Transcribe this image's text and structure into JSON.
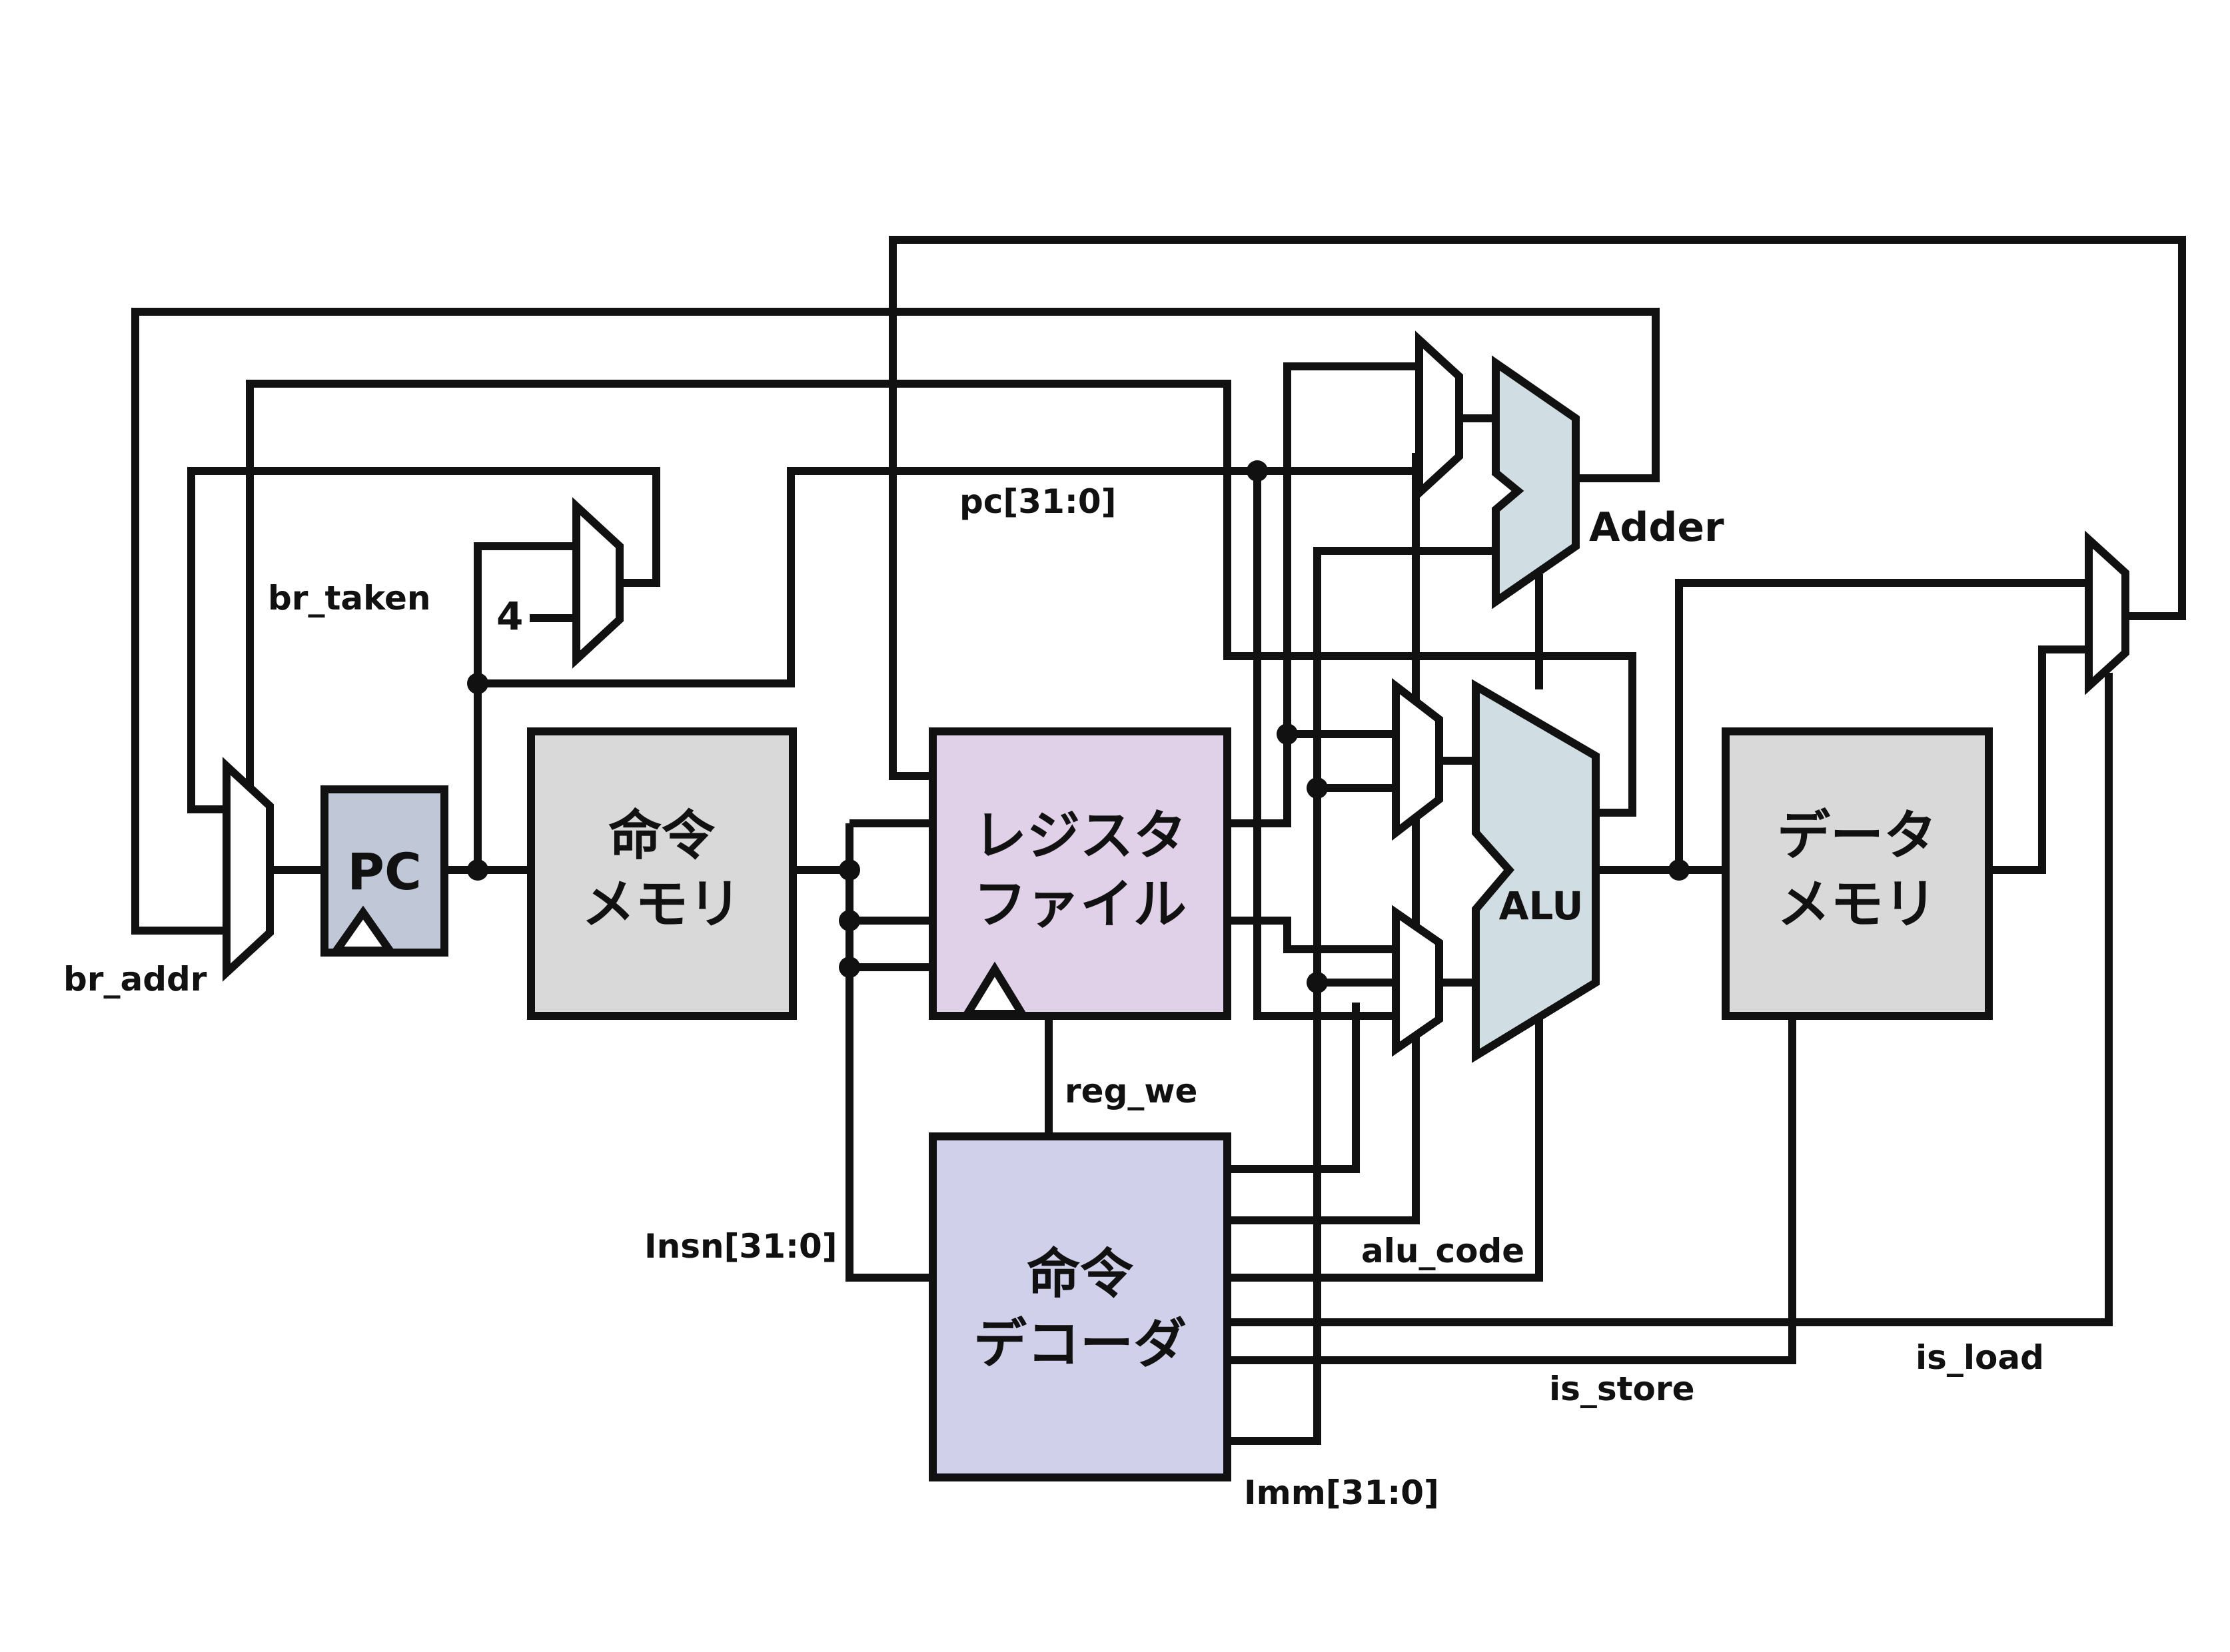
{
  "colors": {
    "pc": "#c0c8d8",
    "memory": "#d9d9d9",
    "regfile": "#e0d1e8",
    "decoder": "#d0d0ea",
    "alu": "#d0dde3",
    "adder": "#d0dde3",
    "mux": "#ffffff",
    "wire": "#111111"
  },
  "blocks": {
    "pc": "PC",
    "imem": {
      "line1": "命令",
      "line2": "メモリ"
    },
    "regfile": {
      "line1": "レジスタ",
      "line2": "ファイル"
    },
    "decoder": {
      "line1": "命令",
      "line2": "デコーダ"
    },
    "dmem": {
      "line1": "データ",
      "line2": "メモリ"
    },
    "alu": "ALU",
    "adder": "Adder",
    "const_four": "4"
  },
  "signals": {
    "br_taken": "br_taken",
    "br_addr": "br_addr",
    "pc": "pc[31:0]",
    "insn": "Insn[31:0]",
    "reg_we": "reg_we",
    "alu_code": "alu_code",
    "is_store": "is_store",
    "is_load": "is_load",
    "imm": "Imm[31:0]"
  }
}
